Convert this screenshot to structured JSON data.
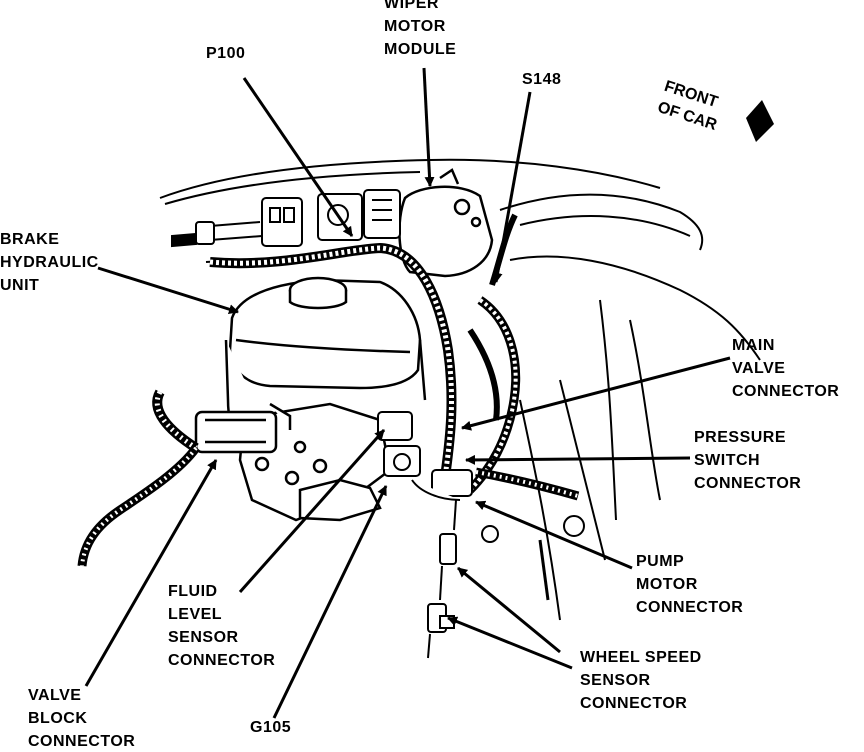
{
  "colors": {
    "ink": "#000000",
    "paper": "#ffffff"
  },
  "labels": {
    "wiper": [
      "WIPER",
      "MOTOR",
      "MODULE"
    ],
    "p100": [
      "P100"
    ],
    "s148": [
      "S148"
    ],
    "front": [
      "FRONT",
      "OF CAR"
    ],
    "brake": [
      "BRAKE",
      "HYDRAULIC",
      "UNIT"
    ],
    "main_valve": [
      "MAIN",
      "VALVE",
      "CONNECTOR"
    ],
    "pressure": [
      "PRESSURE",
      "SWITCH",
      "CONNECTOR"
    ],
    "pump": [
      "PUMP",
      "MOTOR",
      "CONNECTOR"
    ],
    "fluid": [
      "FLUID",
      "LEVEL",
      "SENSOR",
      "CONNECTOR"
    ],
    "wheel": [
      "WHEEL SPEED",
      "SENSOR",
      "CONNECTOR"
    ],
    "valve_block": [
      "VALVE",
      "BLOCK",
      "CONNECTOR"
    ],
    "g105": [
      "G105"
    ]
  }
}
